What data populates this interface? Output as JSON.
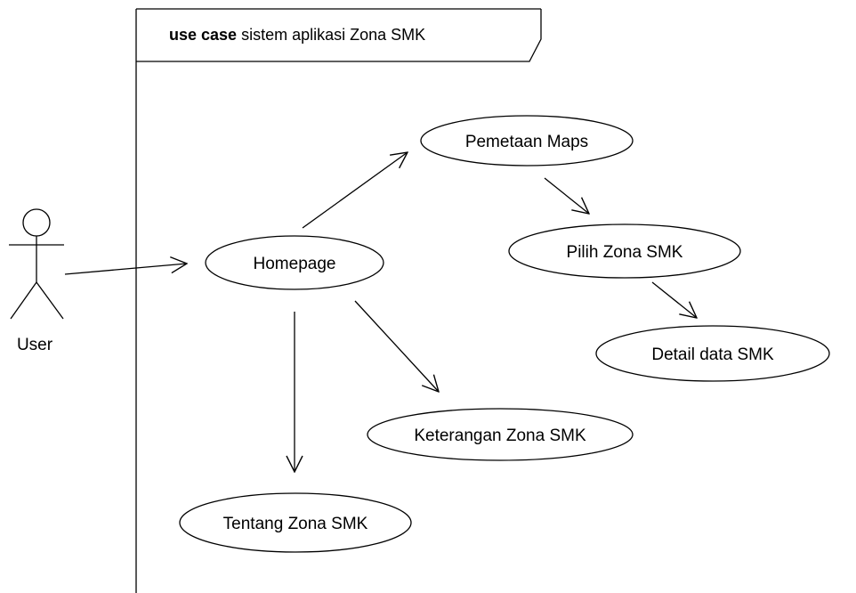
{
  "frame": {
    "keyword": "use case",
    "name": "sistem aplikasi Zona SMK"
  },
  "actor": {
    "label": "User"
  },
  "use_cases": {
    "homepage": "Homepage",
    "pemetaan_maps": "Pemetaan Maps",
    "pilih_zona": "Pilih Zona SMK",
    "detail_data": "Detail data SMK",
    "keterangan": "Keterangan Zona SMK",
    "tentang": "Tentang Zona SMK"
  },
  "colors": {
    "stroke": "#000000",
    "background": "#ffffff"
  }
}
